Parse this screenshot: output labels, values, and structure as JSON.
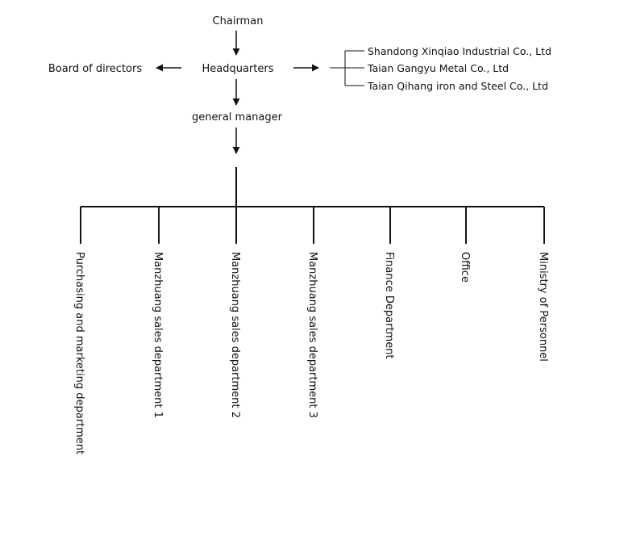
{
  "chairman": "Chairman",
  "headquarters": "Headquarters",
  "board": "Board of directors",
  "general_manager": "general manager",
  "subsidiaries": [
    "Shandong Xinqiao Industrial Co., Ltd",
    "Taian Gangyu Metal Co., Ltd",
    "Taian Qihang iron and Steel Co., Ltd"
  ],
  "departments": [
    "Purchasing and marketing department",
    "Manzhuang sales department 1",
    "Manzhuang sales department 2",
    "Manzhuang sales department 3",
    "Finance Department",
    "Office",
    "Ministry of Personnel"
  ]
}
